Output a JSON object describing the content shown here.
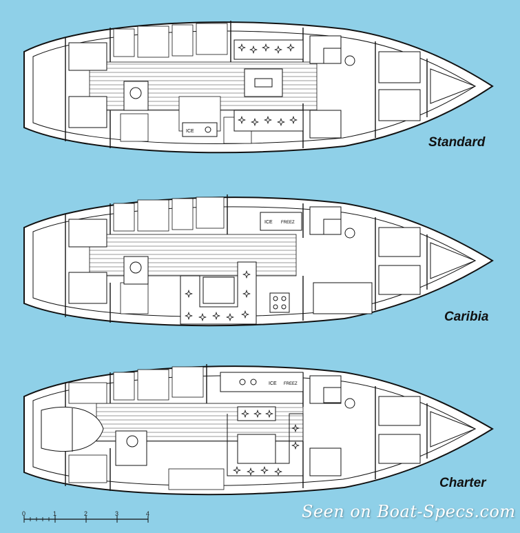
{
  "layouts": [
    {
      "label": "Standard"
    },
    {
      "label": "Caribia"
    },
    {
      "label": "Charter"
    }
  ],
  "scale": {
    "ticks": [
      "0",
      "1",
      "2",
      "3",
      "4"
    ]
  },
  "galley_labels": {
    "ice": "ICE",
    "freezer": "FREEZ"
  },
  "watermark": "Seen on Boat-Specs.com",
  "colors": {
    "background": "#8fd0e8",
    "hull_fill": "#ffffff",
    "line": "#111111"
  }
}
